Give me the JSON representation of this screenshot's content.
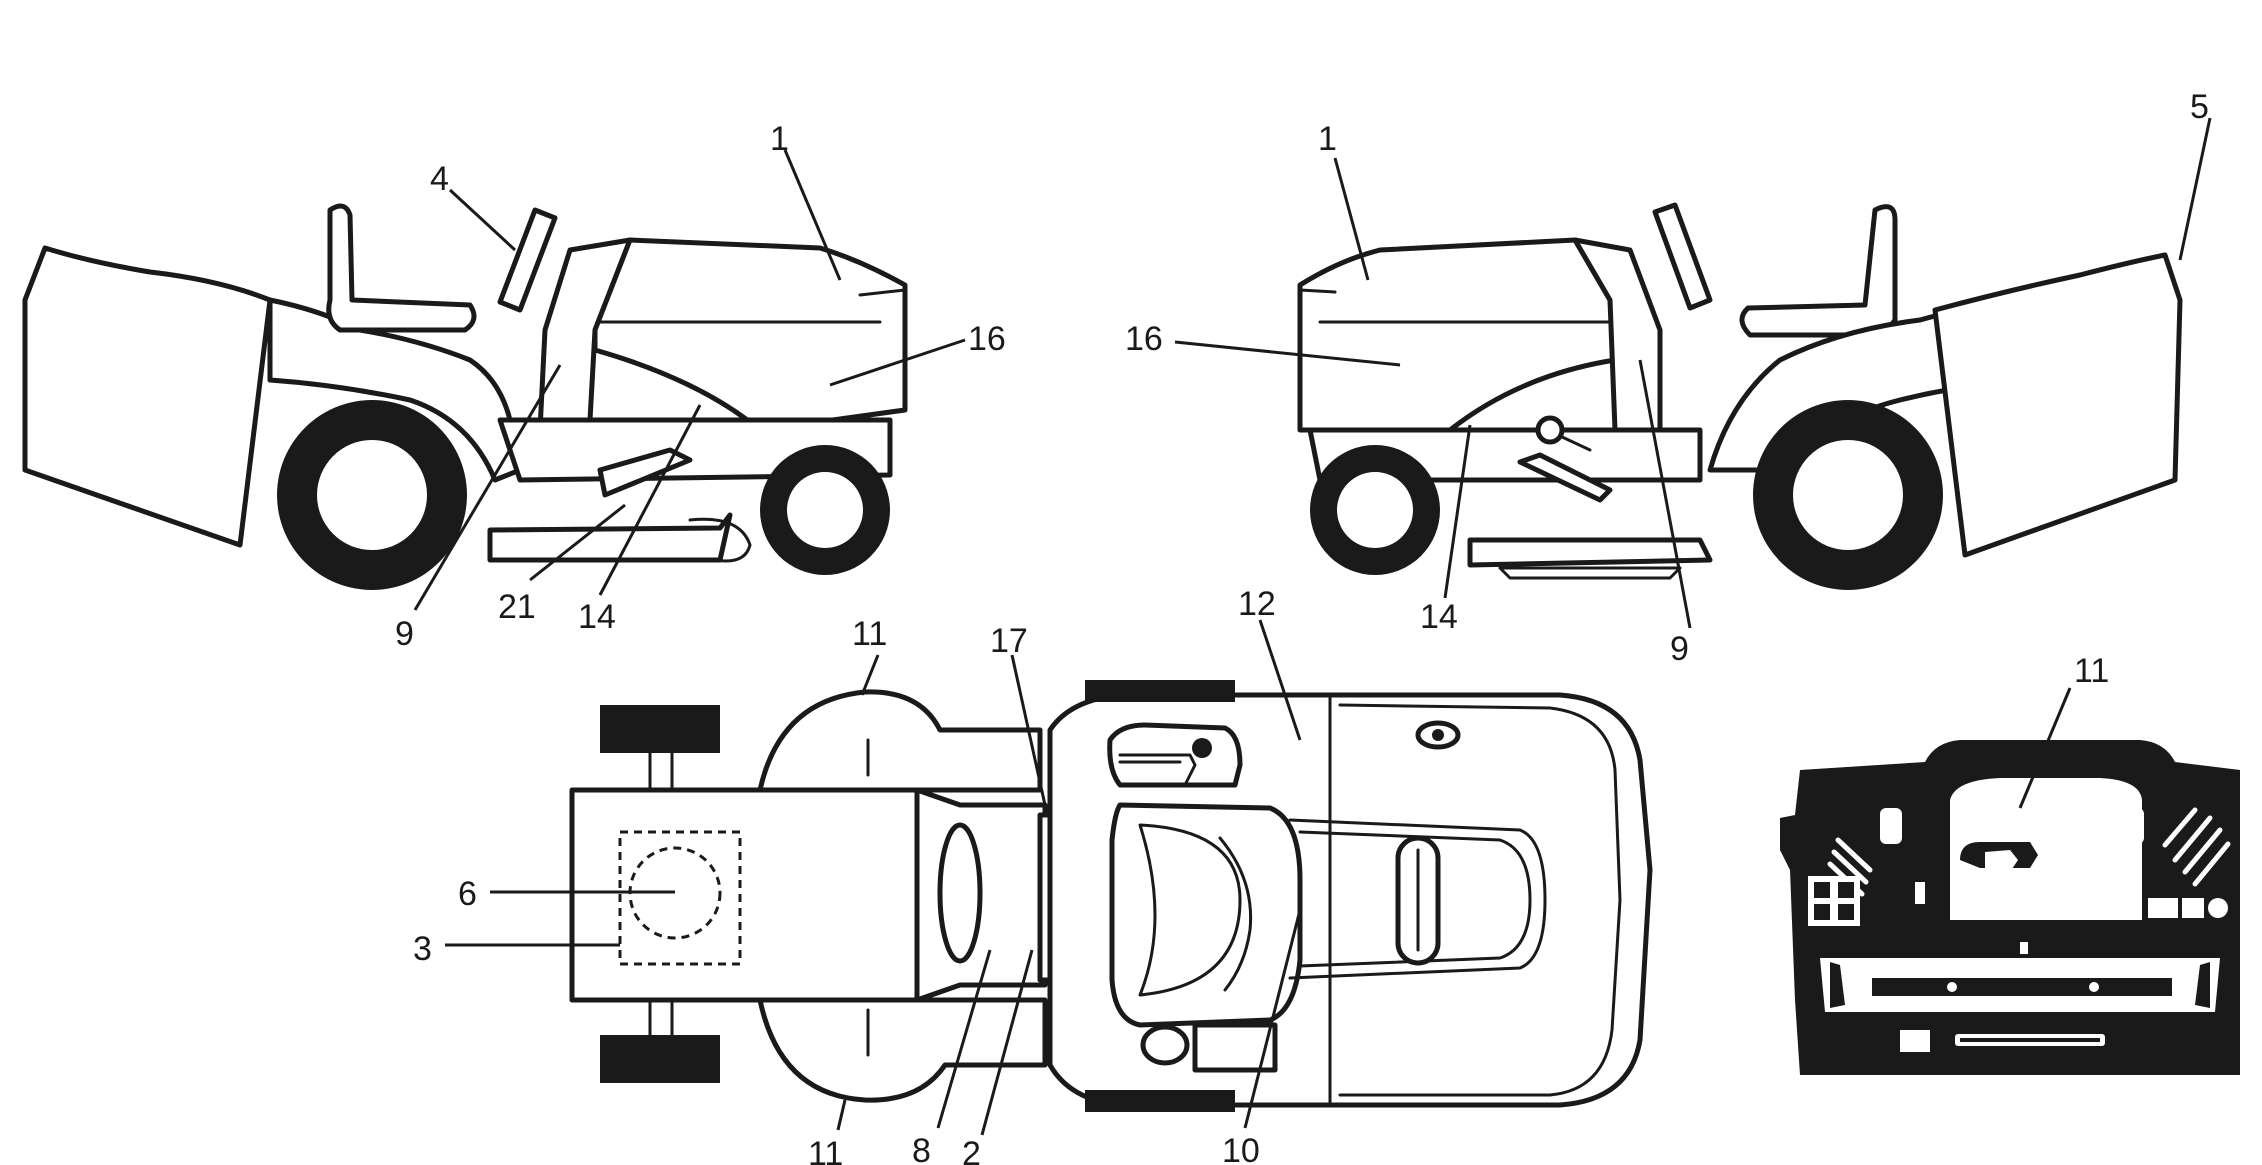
{
  "colors": {
    "ink": "#1a1a1a",
    "paper": "#ffffff"
  },
  "left_view": {
    "callouts": [
      {
        "id": "1",
        "text": "1"
      },
      {
        "id": "4",
        "text": "4"
      },
      {
        "id": "16",
        "text": "16"
      },
      {
        "id": "9",
        "text": "9"
      },
      {
        "id": "21",
        "text": "21"
      },
      {
        "id": "14",
        "text": "14"
      }
    ]
  },
  "right_view": {
    "callouts": [
      {
        "id": "1",
        "text": "1"
      },
      {
        "id": "5",
        "text": "5"
      },
      {
        "id": "16",
        "text": "16"
      },
      {
        "id": "14",
        "text": "14"
      },
      {
        "id": "9",
        "text": "9"
      }
    ]
  },
  "top_view": {
    "callouts": [
      {
        "id": "11a",
        "text": "11"
      },
      {
        "id": "17",
        "text": "17"
      },
      {
        "id": "12",
        "text": "12"
      },
      {
        "id": "6",
        "text": "6"
      },
      {
        "id": "3",
        "text": "3"
      },
      {
        "id": "11b",
        "text": "11"
      },
      {
        "id": "8",
        "text": "8"
      },
      {
        "id": "2",
        "text": "2"
      },
      {
        "id": "10",
        "text": "10"
      }
    ]
  },
  "panel_view": {
    "callouts": [
      {
        "id": "11",
        "text": "11"
      }
    ]
  }
}
